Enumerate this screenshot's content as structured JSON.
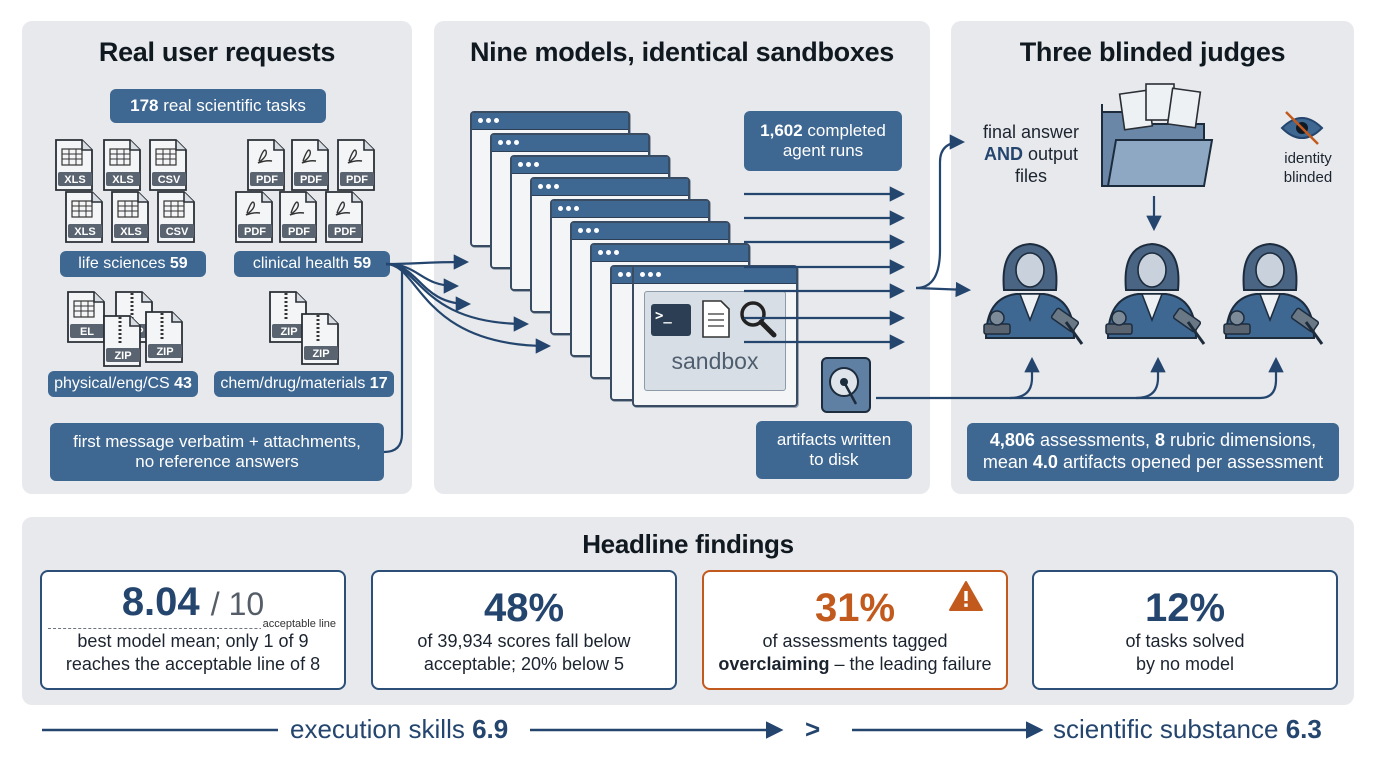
{
  "panels": {
    "left": {
      "title": "Real user requests",
      "tasks_num": "178",
      "tasks_text": "real scientific tasks",
      "groups": [
        {
          "label": "life sciences",
          "count": "59"
        },
        {
          "label": "clinical health",
          "count": "59"
        },
        {
          "label": "physical/eng/CS",
          "count": "43"
        },
        {
          "label": "chem/drug/materials",
          "count": "17"
        }
      ],
      "file_types": {
        "xls": "XLS",
        "csv": "CSV",
        "pdf": "PDF",
        "zip": "ZIP"
      },
      "note_line1": "first message verbatim + attachments,",
      "note_line2": "no reference answers"
    },
    "middle": {
      "title": "Nine models, identical sandboxes",
      "runs_num": "1,602",
      "runs_text": "completed",
      "runs_line2": "agent runs",
      "sandbox_label": "sandbox",
      "terminal_glyph": ">_",
      "artifacts_line1": "artifacts written",
      "artifacts_line2": "to disk"
    },
    "right": {
      "title": "Three blinded judges",
      "input_line1": "final answer",
      "input_and": "AND",
      "input_line2_rest": "output",
      "input_line3": "files",
      "blind_line1": "identity",
      "blind_line2": "blinded",
      "assess_num": "4,806",
      "assess_text": "assessments,",
      "rubric_num": "8",
      "rubric_text": "rubric dimensions,",
      "mean_text": "mean",
      "mean_num": "4.0",
      "mean_rest": "artifacts opened per assessment"
    }
  },
  "findings": {
    "title": "Headline findings",
    "cards": [
      {
        "big": "8.04",
        "den": "/ 10",
        "mini": "acceptable line",
        "line1": "best model mean; only 1 of 9",
        "line2": "reaches the acceptable line of 8"
      },
      {
        "big": "48%",
        "line1": "of 39,934 scores fall below",
        "line2": "acceptable; 20% below 5"
      },
      {
        "big": "31%",
        "line1": "of assessments tagged",
        "line2_bold": "overclaiming",
        "line2_rest": " – the leading failure"
      },
      {
        "big": "12%",
        "line1": "of tasks solved",
        "line2": "by no model"
      }
    ]
  },
  "bottom": {
    "left_text": "execution skills",
    "left_num": "6.9",
    "mid": ">",
    "right_text": "scientific substance",
    "right_num": "6.3"
  },
  "colors": {
    "accent": "#3e6791",
    "dark": "#24456e",
    "warn": "#c25a1e",
    "panel": "#e7e9ec"
  }
}
